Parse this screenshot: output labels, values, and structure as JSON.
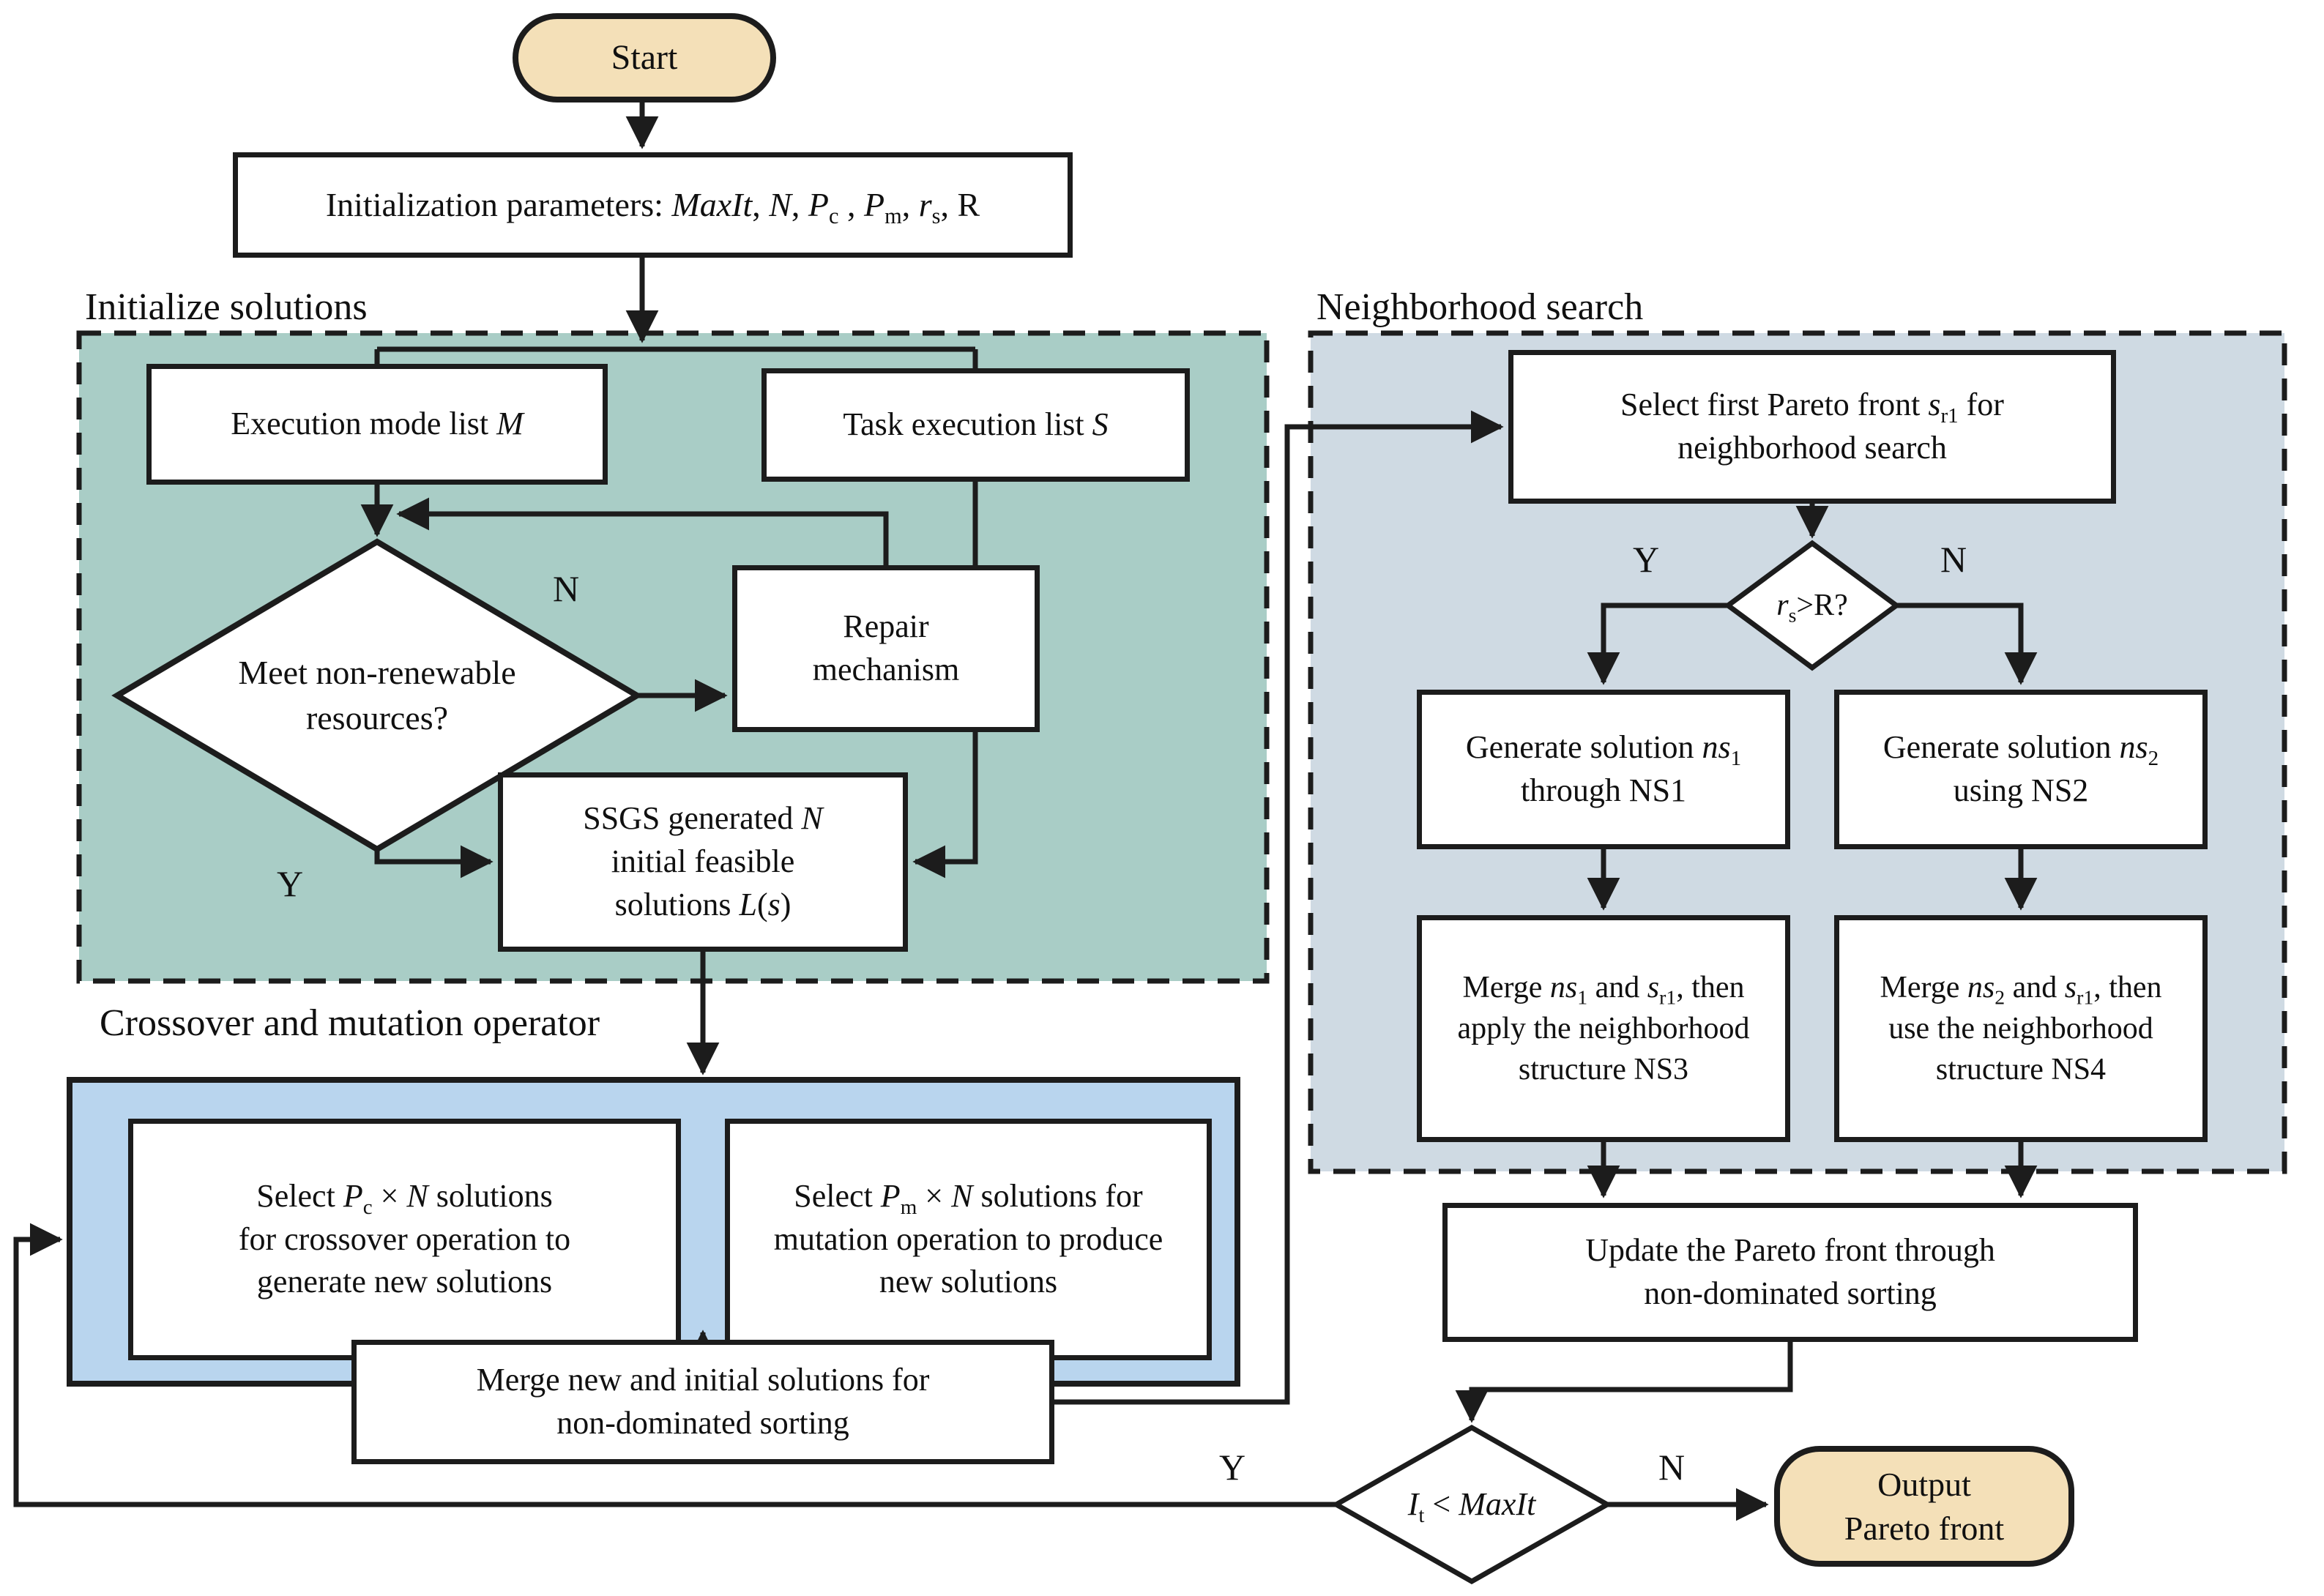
{
  "title": "Algorithm flowchart",
  "colors": {
    "line": "#1c1c1c",
    "terminal_fill": "#F4E0B8",
    "initialize_bg": "#A9CDC6",
    "crossover_bg": "#B9D5EE",
    "neighborhood_bg": "#CFDAE3",
    "box_bg": "#ffffff"
  },
  "sections": {
    "initialize": {
      "label": "Initialize solutions"
    },
    "crossover": {
      "label": "Crossover and mutation operator"
    },
    "neighborhood": {
      "label": "Neighborhood search"
    }
  },
  "nodes": {
    "start": {
      "label": "Start"
    },
    "init_params": {
      "label": "Initialization parameters: *MaxIt*, *N*, *P*~c~ , *P*~m~, *r*~s~, R"
    },
    "execution_mode_list": {
      "label": "Execution mode list *M*"
    },
    "task_execution_list": {
      "label": "Task execution list *S*"
    },
    "meet_resources_decision": {
      "lines": [
        "Meet non-renewable",
        "resources?"
      ]
    },
    "repair_mechanism": {
      "lines": [
        "Repair",
        "mechanism"
      ]
    },
    "ssgs": {
      "lines": [
        "SSGS generated *N*",
        "initial feasible",
        "solutions *L*(*s*)"
      ]
    },
    "crossover_select": {
      "lines": [
        "Select *P*~c~ × *N* solutions",
        "for crossover operation to",
        "generate new solutions"
      ]
    },
    "mutation_select": {
      "lines": [
        "Select *P*~m~ × *N* solutions for",
        "mutation operation to produce",
        "new solutions"
      ]
    },
    "merge_solutions": {
      "lines": [
        "Merge new and initial solutions for",
        "non-dominated sorting"
      ]
    },
    "select_pareto": {
      "lines": [
        "Select first Pareto front *s*~r1~ for",
        "neighborhood search"
      ]
    },
    "rs_decision": {
      "label": "*r*~s~>R?"
    },
    "gen_ns1": {
      "lines": [
        "Generate solution *ns*~1~",
        "through NS1"
      ]
    },
    "gen_ns2": {
      "lines": [
        "Generate solution *ns*~2~",
        "using NS2"
      ]
    },
    "merge_ns3": {
      "lines": [
        "Merge *ns*~1~ and *s*~r1~, then",
        "apply the neighborhood",
        "structure NS3"
      ]
    },
    "merge_ns4": {
      "lines": [
        "Merge *ns*~2~ and *s*~r1~, then",
        "use the neighborhood",
        "structure NS4"
      ]
    },
    "update_pareto": {
      "lines": [
        "Update the Pareto front through",
        "non-dominated sorting"
      ]
    },
    "iteration_decision": {
      "label": "*I*~t~ < *MaxIt*"
    },
    "output": {
      "lines": [
        "Output",
        "Pareto front"
      ]
    }
  },
  "branch_labels": {
    "meet_resources_no": "N",
    "meet_resources_yes": "Y",
    "rs_yes": "Y",
    "rs_no": "N",
    "iteration_yes": "Y",
    "iteration_no": "N"
  }
}
